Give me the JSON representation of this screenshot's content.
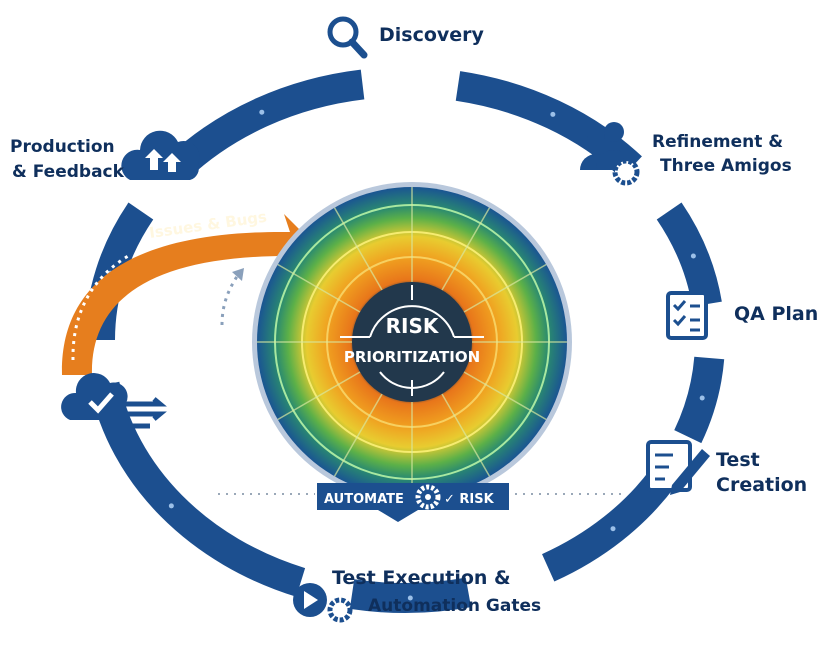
{
  "stages": {
    "discovery": "Discovery",
    "refinement_1": "Refinement &",
    "refinement_2": "Three Amigos",
    "qa_plan": "QA Plan",
    "test_creation_1": "Test",
    "test_creation_2": "Creation",
    "test_execution_1": "Test Execution &",
    "test_execution_2": "Automation Gates",
    "production_1": "Production",
    "production_2": "& Feedback"
  },
  "feedback_arrow": "Issues & Bugs",
  "center": {
    "line1": "RISK",
    "line2": "PRIORITIZATION"
  },
  "badge": {
    "left": "AUTOMATE",
    "right": "✓ RISK"
  },
  "colors": {
    "ring_blue": "#1c4f8f",
    "text_navy": "#0f2f5c",
    "orange": "#e67e1e",
    "green": "#4caf50",
    "yellow": "#f2c230",
    "center_dark": "#1f3447"
  },
  "icons": [
    "magnifier-icon",
    "team-gear-icon",
    "checklist-icon",
    "pencil-document-icon",
    "play-gear-icon",
    "cloud-check-sync-icon",
    "cloud-arrows-icon"
  ]
}
